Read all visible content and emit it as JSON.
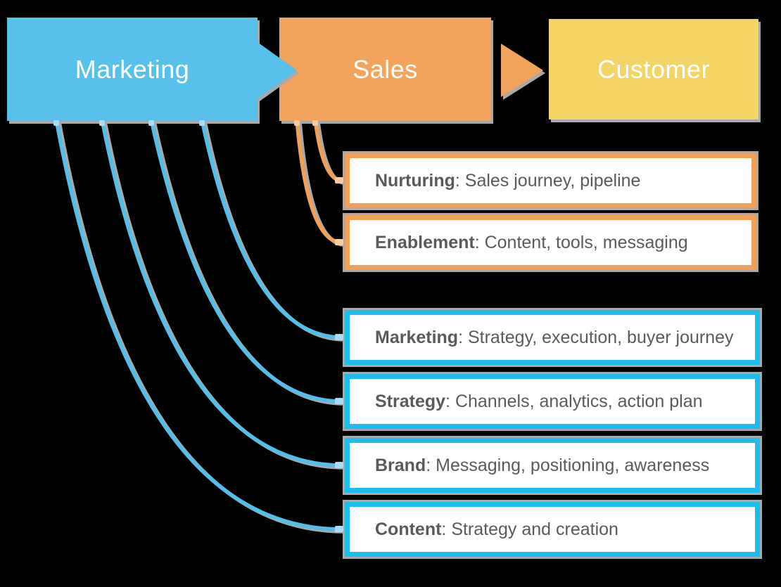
{
  "stages": {
    "marketing": "Marketing",
    "sales": "Sales",
    "customer": "Customer"
  },
  "rows": [
    {
      "group": "sales",
      "keyword": "Nurturing",
      "rest": ": Sales journey, pipeline"
    },
    {
      "group": "sales",
      "keyword": "Enablement",
      "rest": ": Content, tools, messaging"
    },
    {
      "group": "marketing",
      "keyword": "Marketing",
      "rest": ": Strategy, execution, buyer journey"
    },
    {
      "group": "marketing",
      "keyword": "Strategy",
      "rest": ": Channels, analytics, action plan"
    },
    {
      "group": "marketing",
      "keyword": "Brand",
      "rest": ": Messaging, positioning, awareness"
    },
    {
      "group": "marketing",
      "keyword": "Content",
      "rest": ": Strategy and creation"
    }
  ],
  "colors": {
    "background": "#000000",
    "blue-fill": "#57C1EB",
    "blue-border": "#1EBCEE",
    "blue-line": "#53BEE9",
    "blue-nub": "#AADDF5",
    "orange": "#F2A45C",
    "orange-border": "#F0A155",
    "orange-nub": "#F7CDA0",
    "yellow": "#F3D464",
    "shadow": "#A9A9A9",
    "text": "#595A5C",
    "label": "#FFFFFF"
  }
}
